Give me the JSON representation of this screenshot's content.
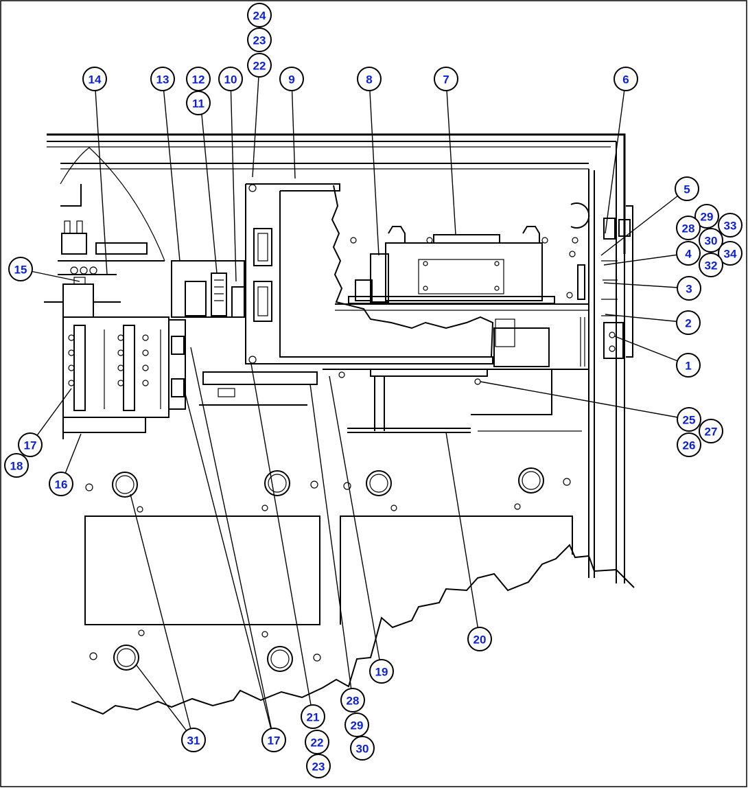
{
  "diagram": {
    "callouts": [
      {
        "id": "c24a",
        "label": "24"
      },
      {
        "id": "c23a",
        "label": "23"
      },
      {
        "id": "c22a",
        "label": "22"
      },
      {
        "id": "c14",
        "label": "14"
      },
      {
        "id": "c13",
        "label": "13"
      },
      {
        "id": "c12",
        "label": "12"
      },
      {
        "id": "c11",
        "label": "11"
      },
      {
        "id": "c10",
        "label": "10"
      },
      {
        "id": "c9",
        "label": "9"
      },
      {
        "id": "c8",
        "label": "8"
      },
      {
        "id": "c7",
        "label": "7"
      },
      {
        "id": "c6",
        "label": "6"
      },
      {
        "id": "c5",
        "label": "5"
      },
      {
        "id": "c29a",
        "label": "29"
      },
      {
        "id": "c28a",
        "label": "28"
      },
      {
        "id": "c33",
        "label": "33"
      },
      {
        "id": "c30a",
        "label": "30"
      },
      {
        "id": "c4",
        "label": "4"
      },
      {
        "id": "c34",
        "label": "34"
      },
      {
        "id": "c32",
        "label": "32"
      },
      {
        "id": "c3",
        "label": "3"
      },
      {
        "id": "c2",
        "label": "2"
      },
      {
        "id": "c1",
        "label": "1"
      },
      {
        "id": "c15",
        "label": "15"
      },
      {
        "id": "c17a",
        "label": "17"
      },
      {
        "id": "c18",
        "label": "18"
      },
      {
        "id": "c16",
        "label": "16"
      },
      {
        "id": "c25",
        "label": "25"
      },
      {
        "id": "c27",
        "label": "27"
      },
      {
        "id": "c26",
        "label": "26"
      },
      {
        "id": "c20",
        "label": "20"
      },
      {
        "id": "c19",
        "label": "19"
      },
      {
        "id": "c28b",
        "label": "28"
      },
      {
        "id": "c29b",
        "label": "29"
      },
      {
        "id": "c30b",
        "label": "30"
      },
      {
        "id": "c21",
        "label": "21"
      },
      {
        "id": "c22b",
        "label": "22"
      },
      {
        "id": "c23b",
        "label": "23"
      },
      {
        "id": "c17b",
        "label": "17"
      },
      {
        "id": "c31",
        "label": "31"
      }
    ]
  }
}
